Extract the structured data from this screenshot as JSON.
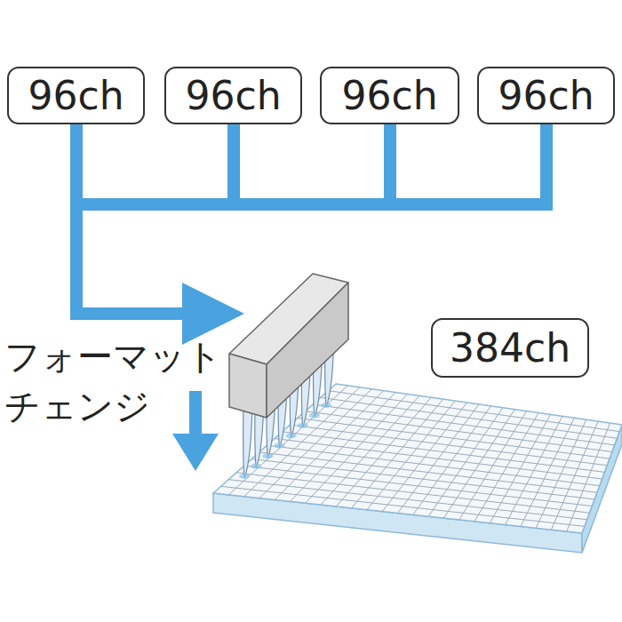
{
  "diagram": {
    "nodes": [
      {
        "text": [
          "96ch"
        ]
      },
      {
        "text": [
          "96ch"
        ]
      },
      {
        "text": [
          "96ch"
        ]
      },
      {
        "text": [
          "96ch"
        ]
      },
      {
        "text": [
          "384ch"
        ]
      }
    ],
    "labels": [
      "フォーマット チェンジ"
    ]
  }
}
